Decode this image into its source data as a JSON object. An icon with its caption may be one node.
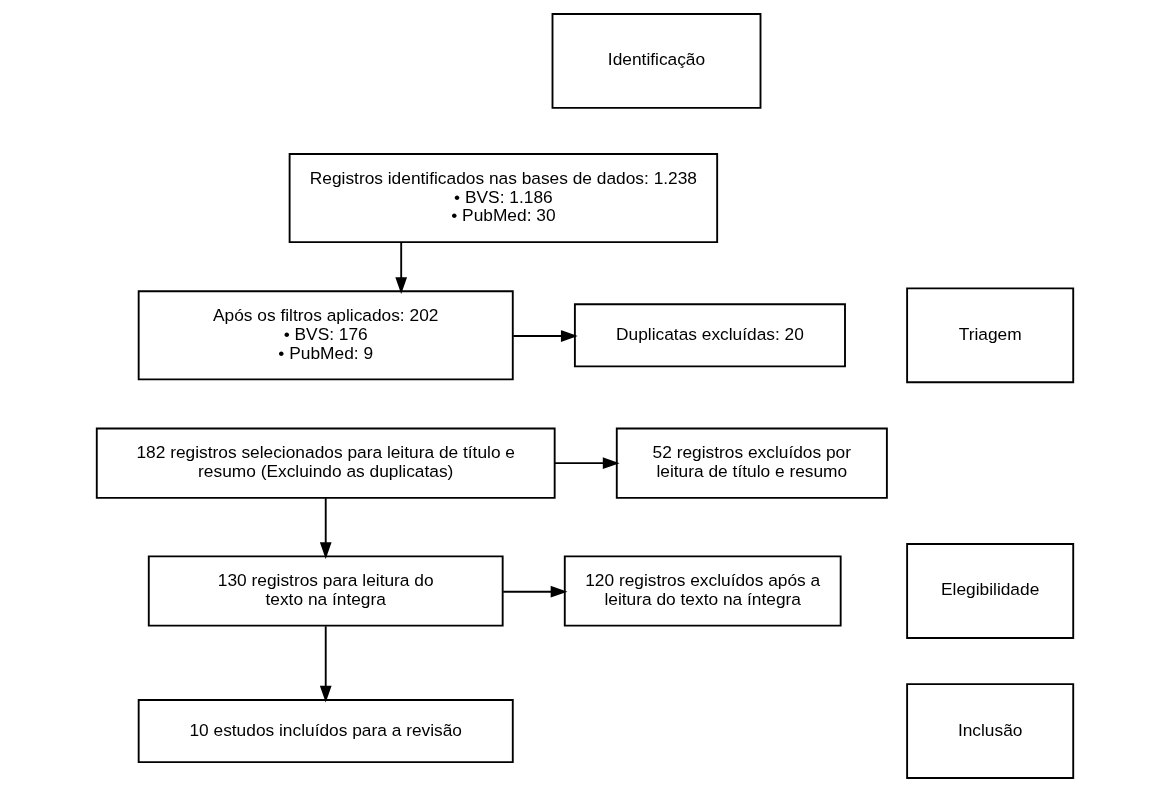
{
  "diagram": {
    "nodes": [
      {
        "text": [
          "Identificação"
        ]
      },
      {
        "text": [
          "Registros identificados nas bases de dados: 1.238",
          "• BVS: 1.186",
          "• PubMed: 30"
        ]
      },
      {
        "text": [
          "Triagem"
        ]
      },
      {
        "text": [
          "Após os filtros aplicados: 202",
          "• BVS: 176",
          "• PubMed: 9"
        ]
      },
      {
        "text": [
          "Duplicatas excluídas: 20"
        ]
      },
      {
        "text": [
          "182 registros selecionados para leitura de título e resumo (Excluindo as duplicatas)"
        ]
      },
      {
        "text": [
          "52 registros excluídos por leitura de título e resumo"
        ]
      },
      {
        "text": [
          "Elegibilidade"
        ]
      },
      {
        "text": [
          "130 registros para leitura do texto na íntegra"
        ]
      },
      {
        "text": [
          "120 registros excluídos após a leitura do texto na íntegra"
        ]
      },
      {
        "text": [
          "Inclusão"
        ]
      },
      {
        "text": [
          "10 estudos incluídos para a revisão"
        ]
      }
    ],
    "edges": [
      {
        "from": 1,
        "to": 3,
        "arrow": "to"
      },
      {
        "from": 3,
        "to": 4,
        "arrow": "to"
      },
      {
        "from": 5,
        "to": 6,
        "arrow": "to"
      },
      {
        "from": 5,
        "to": 8,
        "arrow": "to"
      },
      {
        "from": 8,
        "to": 9,
        "arrow": "to"
      },
      {
        "from": 8,
        "to": 11,
        "arrow": "to"
      }
    ]
  }
}
